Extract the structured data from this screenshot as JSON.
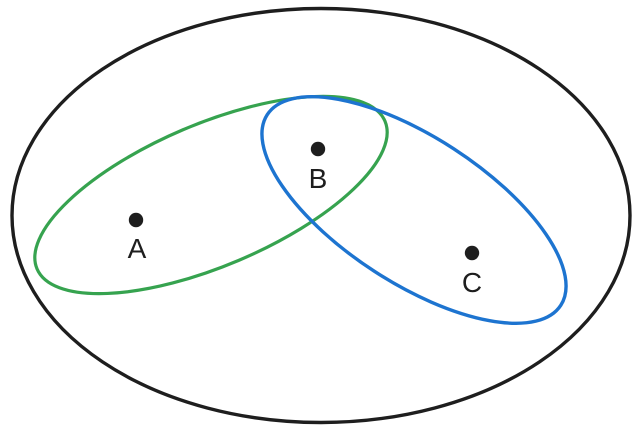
{
  "diagram": {
    "kind": "euler-set-diagram",
    "colors": {
      "outline": "#1e1e1e",
      "set_green": "#36a34f",
      "set_blue": "#1d74d0",
      "point": "#1e1e1e",
      "label": "#1e1e1e",
      "background": "#ffffff"
    },
    "sets": [
      {
        "name": "universe",
        "shape": "outer-black-ellipse",
        "members": [
          "A",
          "B",
          "C"
        ]
      },
      {
        "name": "green-set",
        "shape": "green-ellipse",
        "members": [
          "A",
          "B"
        ]
      },
      {
        "name": "blue-set",
        "shape": "blue-ellipse",
        "members": [
          "B",
          "C"
        ]
      }
    ],
    "points": [
      {
        "label": "A"
      },
      {
        "label": "B"
      },
      {
        "label": "C"
      }
    ]
  }
}
